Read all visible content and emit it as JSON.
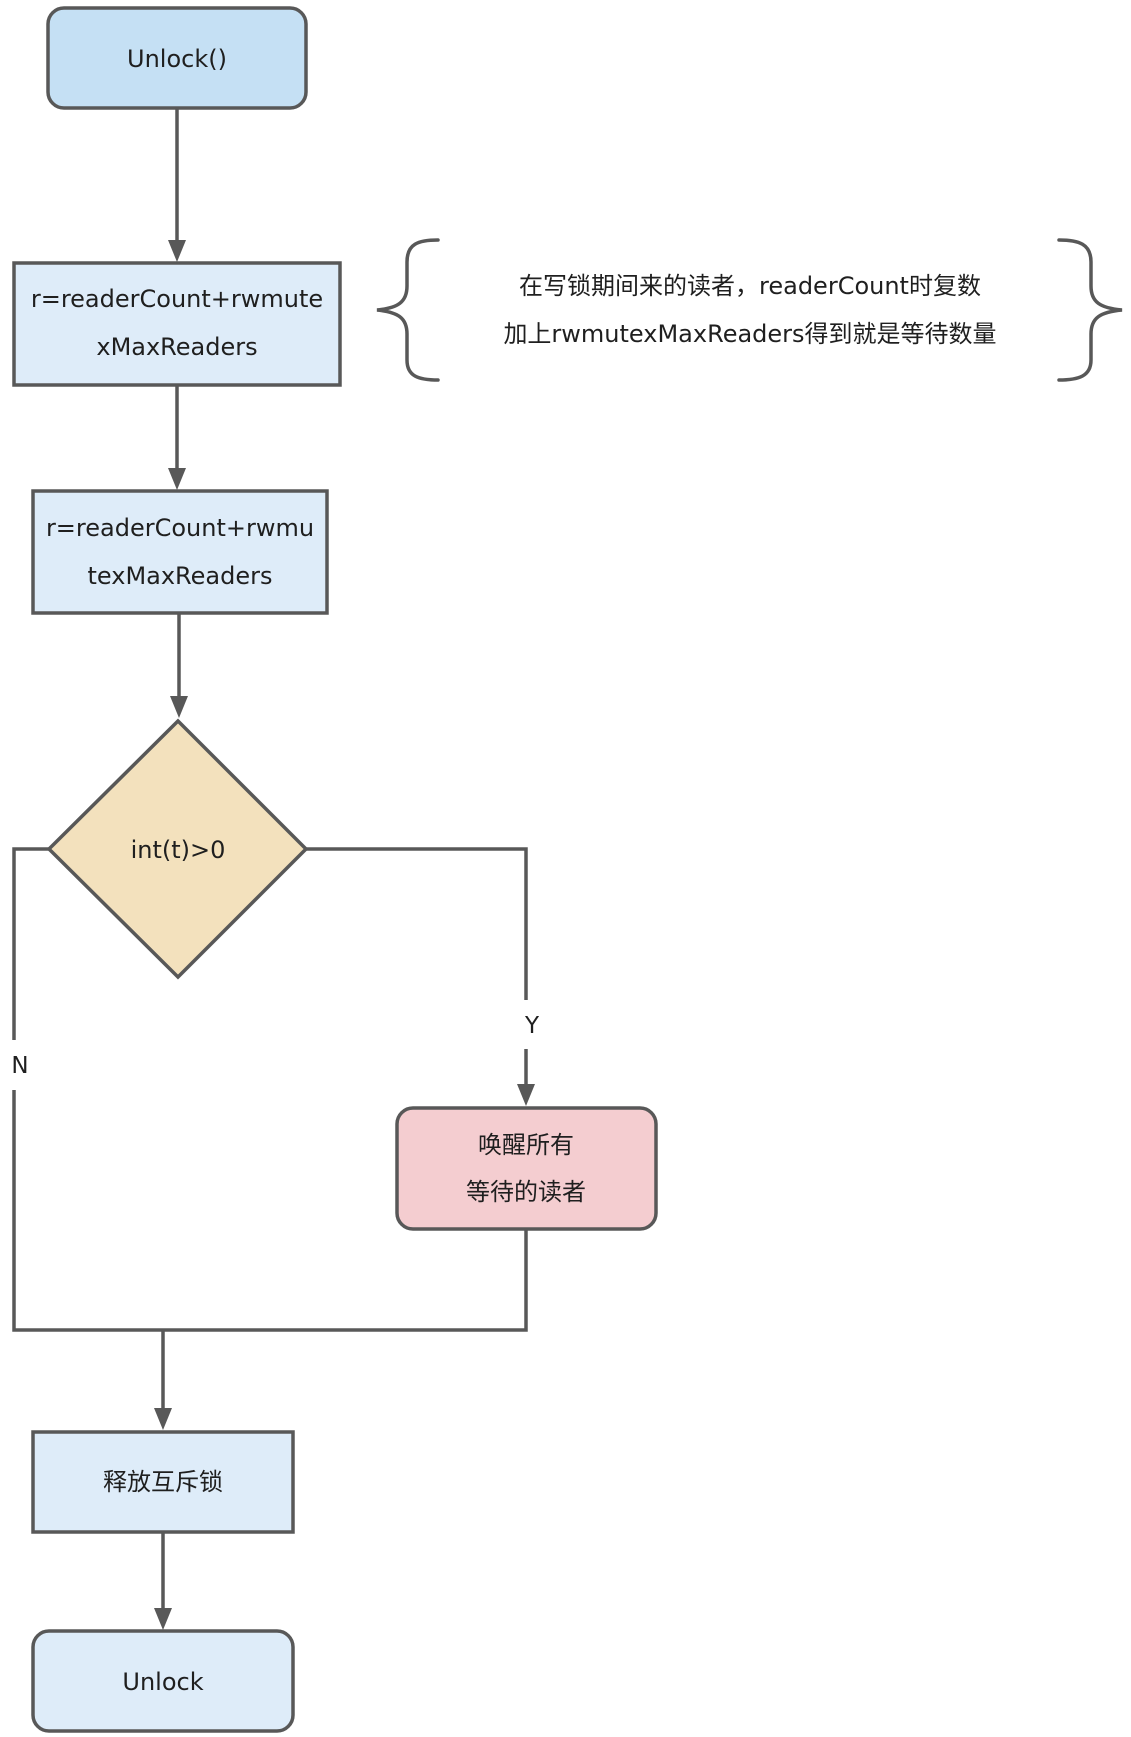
{
  "diagram": {
    "type": "flowchart",
    "colors": {
      "stroke": "#585858",
      "start_fill": "#c5e0f4",
      "process_fill": "#deecf9",
      "decision_fill": "#f3e1bd",
      "action_fill": "#f4cdd0",
      "text": "#1f1f1f"
    },
    "nodes": {
      "start": {
        "label": "Unlock()"
      },
      "compute_r_1": {
        "lines": [
          "r=readerCount+rwmute",
          "xMaxReaders"
        ]
      },
      "compute_r_2": {
        "lines": [
          "r=readerCount+rwmu",
          "texMaxReaders"
        ]
      },
      "decision": {
        "label": "int(t)>0"
      },
      "wake_readers": {
        "lines": [
          "唤醒所有",
          "等待的读者"
        ]
      },
      "release_mutex": {
        "label": "释放互斥锁"
      },
      "end": {
        "label": "Unlock"
      }
    },
    "edges": {
      "yes_label": "Y",
      "no_label": "N"
    },
    "annotation": {
      "lines": [
        "在写锁期间来的读者，readerCount时复数",
        "加上rwmutexMaxReaders得到就是等待数量"
      ]
    }
  }
}
